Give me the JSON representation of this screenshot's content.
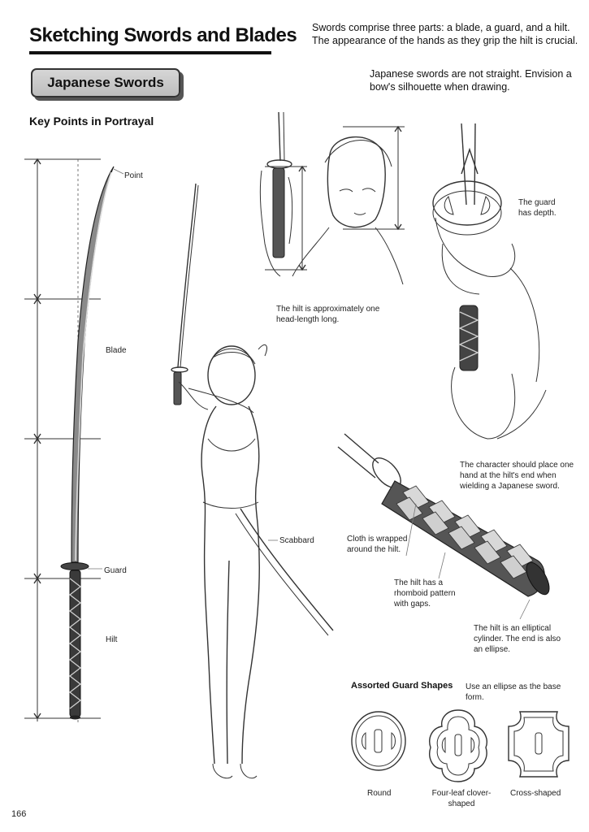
{
  "header": {
    "title": "Sketching Swords and Blades",
    "intro": "Swords comprise three parts: a blade, a guard, and a hilt. The appearance of the hands as they grip the hilt is crucial.",
    "section_label": "Japanese Swords",
    "subintro": "Japanese swords are not straight. Envision a bow's silhouette when drawing."
  },
  "key_points": {
    "heading": "Key Points in Portrayal",
    "labels": {
      "point": "Point",
      "blade": "Blade",
      "guard": "Guard",
      "hilt": "Hilt"
    }
  },
  "figure": {
    "scabbard_label": "Scabbard"
  },
  "captions": {
    "hilt_length": "The hilt is approximately one head-length long.",
    "guard_depth": "The guard has depth.",
    "hand_position": "The character should place one hand at the hilt's end when wielding a Japanese sword.",
    "cloth": "Cloth is wrapped around the hilt.",
    "rhomboid": "The hilt has a rhomboid pattern with gaps.",
    "elliptical": "The hilt is an elliptical cylinder. The end is also an ellipse."
  },
  "guards": {
    "heading": "Assorted Guard Shapes",
    "note": "Use an ellipse as the base form.",
    "shapes": [
      {
        "name": "Round"
      },
      {
        "name": "Four-leaf clover-shaped"
      },
      {
        "name": "Cross-shaped"
      }
    ]
  },
  "footer": {
    "page_number": "166"
  }
}
